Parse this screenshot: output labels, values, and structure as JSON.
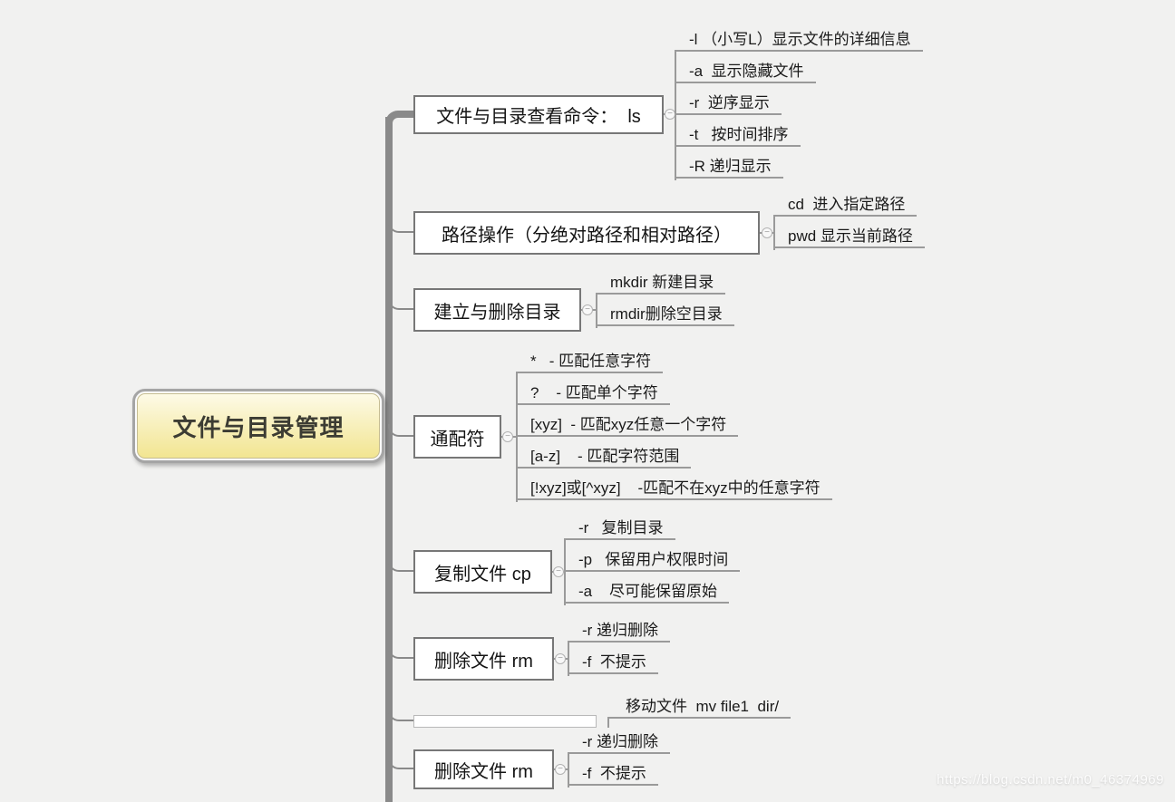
{
  "root": {
    "label": "文件与目录管理"
  },
  "icons": {
    "collapse": "−"
  },
  "colors": {
    "background": "#f1f1f0",
    "trunk_line": "#8a8a8a",
    "branch_line": "#9a9a9a",
    "box_border": "#777777",
    "root_fill_top": "#fdfae6",
    "root_fill_bottom": "#f2e591"
  },
  "branches": [
    {
      "label": "文件与目录查看命令：  ls",
      "children": [
        "-l （小写L）显示文件的详细信息",
        "-a  显示隐藏文件",
        "-r  逆序显示",
        "-t   按时间排序",
        "-R 递归显示"
      ]
    },
    {
      "label": "路径操作（分绝对路径和相对路径）",
      "children": [
        "cd  进入指定路径",
        "pwd 显示当前路径"
      ]
    },
    {
      "label": "建立与删除目录",
      "children": [
        "mkdir 新建目录",
        "rmdir删除空目录"
      ]
    },
    {
      "label": "通配符",
      "children": [
        "*   - 匹配任意字符",
        "?    - 匹配单个字符",
        "[xyz]  - 匹配xyz任意一个字符",
        "[a-z]    - 匹配字符范围",
        "[!xyz]或[^xyz]    -匹配不在xyz中的任意字符"
      ]
    },
    {
      "label": "复制文件 cp",
      "children": [
        "-r   复制目录",
        "-p   保留用户权限时间",
        "-a    尽可能保留原始"
      ]
    },
    {
      "label": "删除文件 rm",
      "children": [
        "-r 递归删除",
        "-f  不提示"
      ]
    },
    {
      "label": "",
      "children": [
        "移动文件  mv file1  dir/"
      ]
    },
    {
      "label": "删除文件 rm",
      "children": [
        "-r 递归删除",
        "-f  不提示"
      ]
    }
  ],
  "watermark": "https://blog.csdn.net/m0_46374969"
}
